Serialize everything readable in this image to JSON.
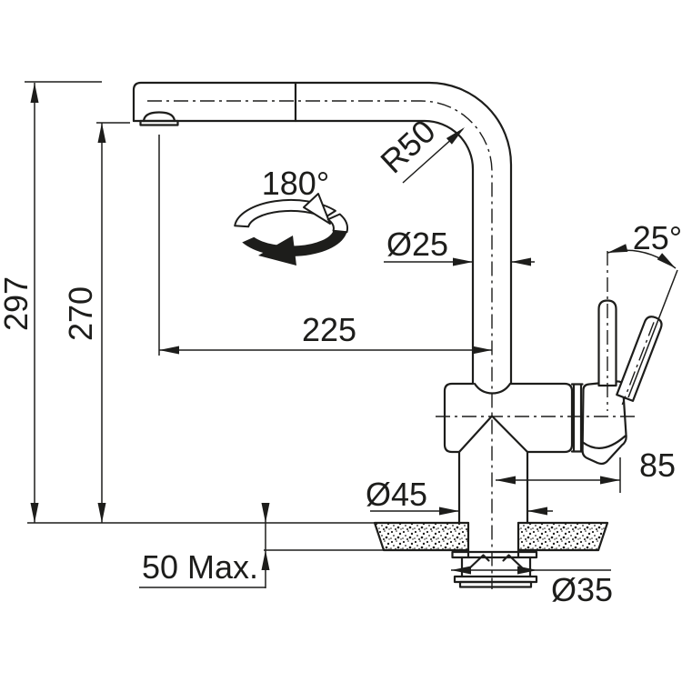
{
  "drawing": {
    "type": "faucet-installation-dimension-drawing",
    "ink_color": "#1d1d1b",
    "background": "#ffffff",
    "labels": {
      "total_height": "297",
      "spout_clearance": "270",
      "spout_reach": "225",
      "bend_radius": "R50",
      "spout_diameter": "Ø25",
      "swivel_angle": "180°",
      "handle_angle": "25°",
      "handle_offset": "85",
      "base_diameter": "Ø45",
      "hole_diameter": "Ø35",
      "counter_thickness": "50 Max."
    }
  }
}
